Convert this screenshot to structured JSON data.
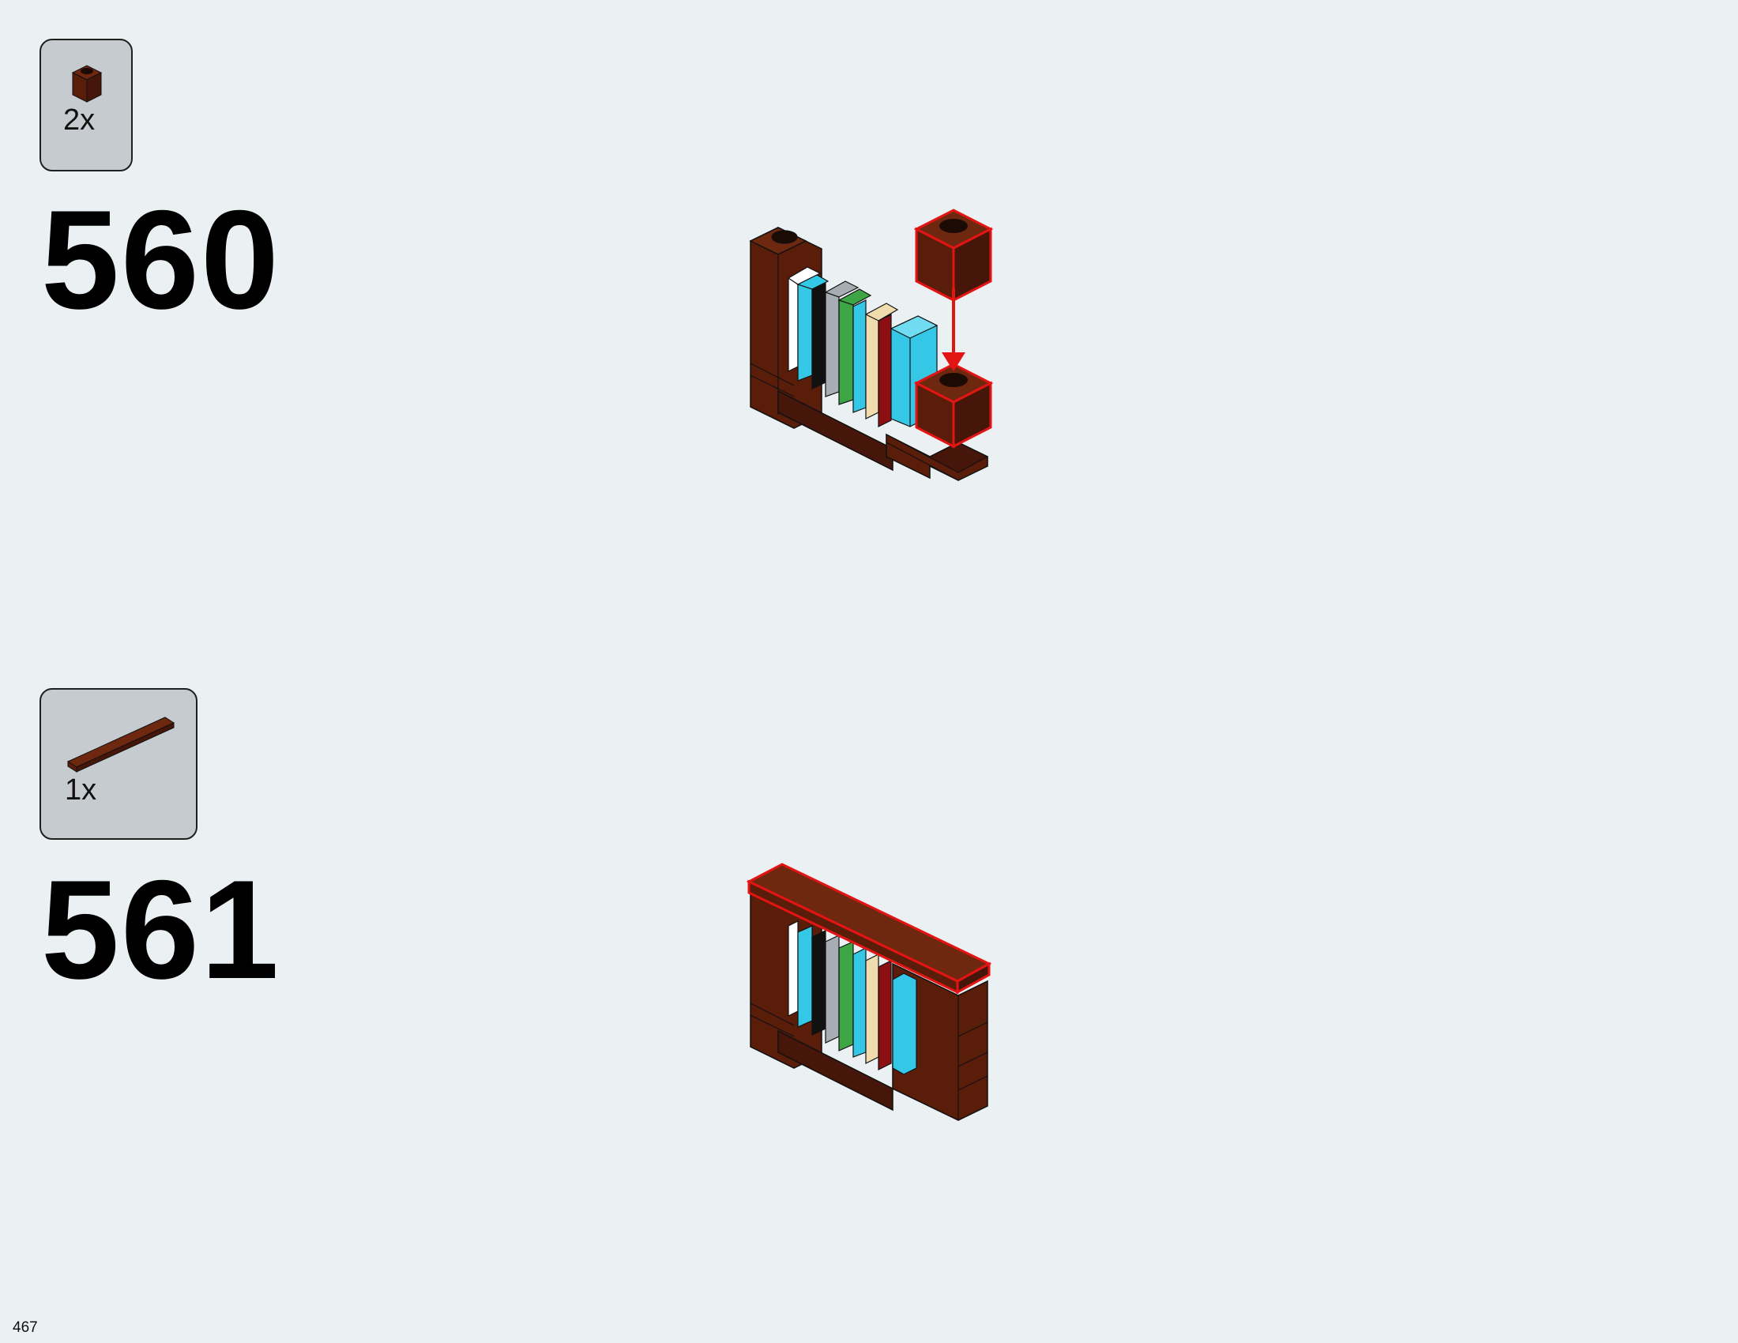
{
  "colors": {
    "page_background": "#ebf0f3",
    "parts_box_background": "#c6cbcf",
    "brick_brown": "#5a1d0a",
    "brick_brown_top": "#6e2810",
    "brick_brown_side": "#47160a",
    "highlight_red": "#e31414",
    "book_white": "#ffffff",
    "book_azure": "#35c8e6",
    "book_black": "#111111",
    "book_grey": "#a8adb3",
    "book_green": "#3da544",
    "book_tan": "#f1dcae",
    "book_red": "#8c0f14"
  },
  "steps": [
    {
      "number": "560",
      "parts": [
        {
          "icon": "brick-1x1-reddish-brown-icon",
          "quantity": "2x"
        }
      ]
    },
    {
      "number": "561",
      "parts": [
        {
          "icon": "tile-1x6-reddish-brown-icon",
          "quantity": "1x"
        }
      ]
    }
  ],
  "page_number": "467"
}
